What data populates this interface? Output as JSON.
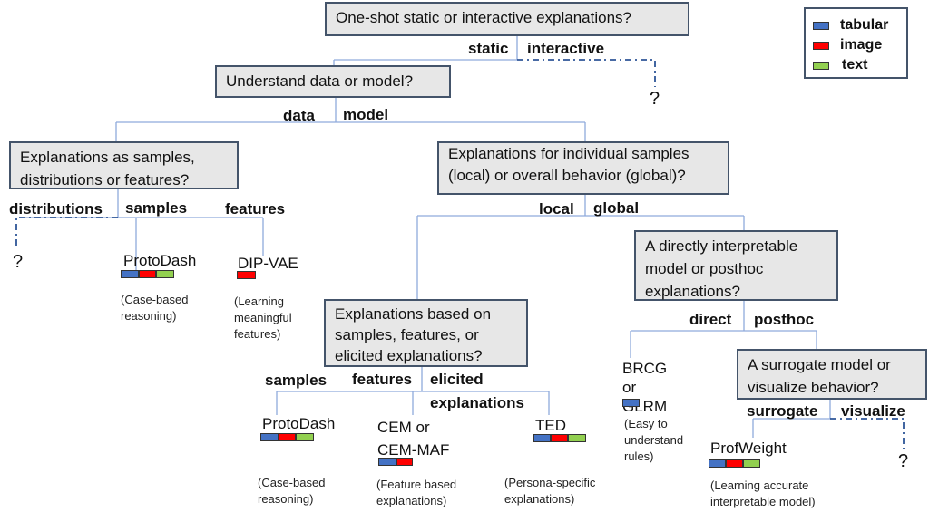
{
  "colors": {
    "tabular": "#4472c4",
    "image": "#ff0000",
    "text": "#92d050",
    "box_fill": "#e7e7e7",
    "box_border": "#44546a",
    "line": "#8faadc",
    "dash": "#2e5597"
  },
  "legend": {
    "tabular": "tabular",
    "image": "image",
    "text": "text"
  },
  "boxes": {
    "root": "One-shot static or interactive explanations?",
    "data_model": "Understand data or model?",
    "samples_dist": "Explanations as samples, distributions or features?",
    "local_global": "Explanations for individual samples (local) or overall behavior (global)?",
    "direct_posthoc": "A directly interpretable model or posthoc explanations?",
    "samples_features_elicited": "Explanations based on samples, features, or elicited explanations?",
    "surrogate_visualize": "A surrogate model or visualize behavior?"
  },
  "edge_labels": {
    "static": "static",
    "interactive": "interactive",
    "data": "data",
    "model": "model",
    "distributions": "distributions",
    "samples": "samples",
    "features": "features",
    "local": "local",
    "global": "global",
    "direct": "direct",
    "posthoc": "posthoc",
    "samples2": "samples",
    "features2": "features",
    "elicited": "elicited",
    "explanations": "explanations",
    "surrogate": "surrogate",
    "visualize": "visualize"
  },
  "question_marks": {
    "q1": "?",
    "q2": "?",
    "q3": "?"
  },
  "methods": {
    "protodash1": {
      "name": "ProtoDash",
      "desc": "(Case-based reasoning)",
      "modalities": [
        "tabular",
        "image",
        "text"
      ]
    },
    "dipvae": {
      "name": "DIP-VAE",
      "desc": "(Learning meaningful features)",
      "modalities": [
        "image"
      ]
    },
    "protodash2": {
      "name": "ProtoDash",
      "desc": "(Case-based reasoning)",
      "modalities": [
        "tabular",
        "image",
        "text"
      ]
    },
    "cem": {
      "name": "CEM or CEM-MAF",
      "desc": "(Feature based explanations)",
      "modalities": [
        "tabular",
        "image"
      ]
    },
    "ted": {
      "name": "TED",
      "desc": "(Persona-specific explanations)",
      "modalities": [
        "tabular",
        "image",
        "text"
      ]
    },
    "brcg": {
      "name": "BRCG or GLRM",
      "desc": "(Easy to understand rules)",
      "modalities": [
        "tabular"
      ]
    },
    "profweight": {
      "name": "ProfWeight",
      "desc": "(Learning accurate interpretable model)",
      "modalities": [
        "tabular",
        "image",
        "text"
      ]
    }
  }
}
